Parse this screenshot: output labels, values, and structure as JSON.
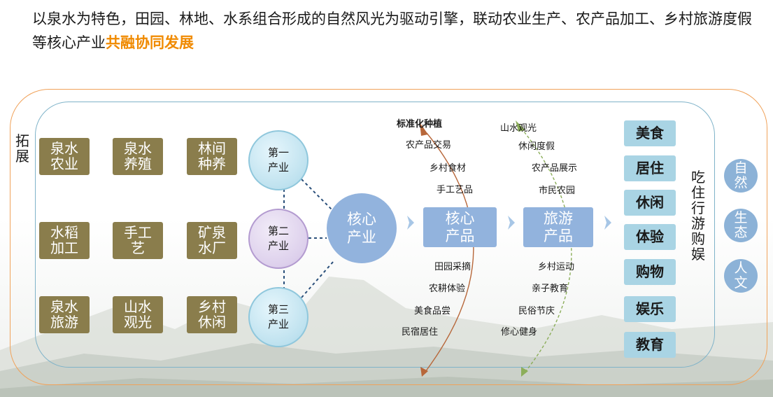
{
  "header": {
    "text": "以泉水为特色，田园、林地、水系组合形成的自然风光为驱动引擎，联动农业生产、农产品加工、乡村旅游度假等核心产业",
    "highlight": "共融协同发展"
  },
  "left_label": "拓展",
  "right_label": "吃住行游购娱",
  "industry_boxes": [
    [
      "泉水\n农业",
      "泉水\n养殖",
      "林间\n种养"
    ],
    [
      "水稻\n加工",
      "手工\n艺",
      "矿泉\n水厂"
    ],
    [
      "泉水\n旅游",
      "山水\n观光",
      "乡村\n休闲"
    ]
  ],
  "sectors": [
    "第一\n产业",
    "第二\n产业",
    "第三\n产业"
  ],
  "core_industry": "核心\n产业",
  "core_product": "核心\n产品",
  "tourism_product": "旅游\n产品",
  "core_product_items_top": [
    "标准化种植",
    "农产品交易",
    "乡村食材",
    "手工艺品"
  ],
  "core_product_items_bottom": [
    "田园采摘",
    "农耕体验",
    "美食品尝",
    "民宿居住"
  ],
  "tourism_items_top": [
    "山水观光",
    "休闲度假",
    "农产品展示",
    "市民农园"
  ],
  "tourism_items_bottom": [
    "乡村运动",
    "亲子教育",
    "民俗节庆",
    "修心健身"
  ],
  "activities": [
    "美食",
    "居住",
    "休闲",
    "体验",
    "购物",
    "娱乐",
    "教育"
  ],
  "values": [
    "自\n然",
    "生\n态",
    "人\n文"
  ],
  "colors": {
    "olive_box": "#8a7d4c",
    "blue_block": "#92b3dd",
    "pill": "#a9d4e4",
    "highlight": "#f08a00",
    "outer_border": "#f0a25a",
    "inner_border": "#7fb3c9"
  }
}
